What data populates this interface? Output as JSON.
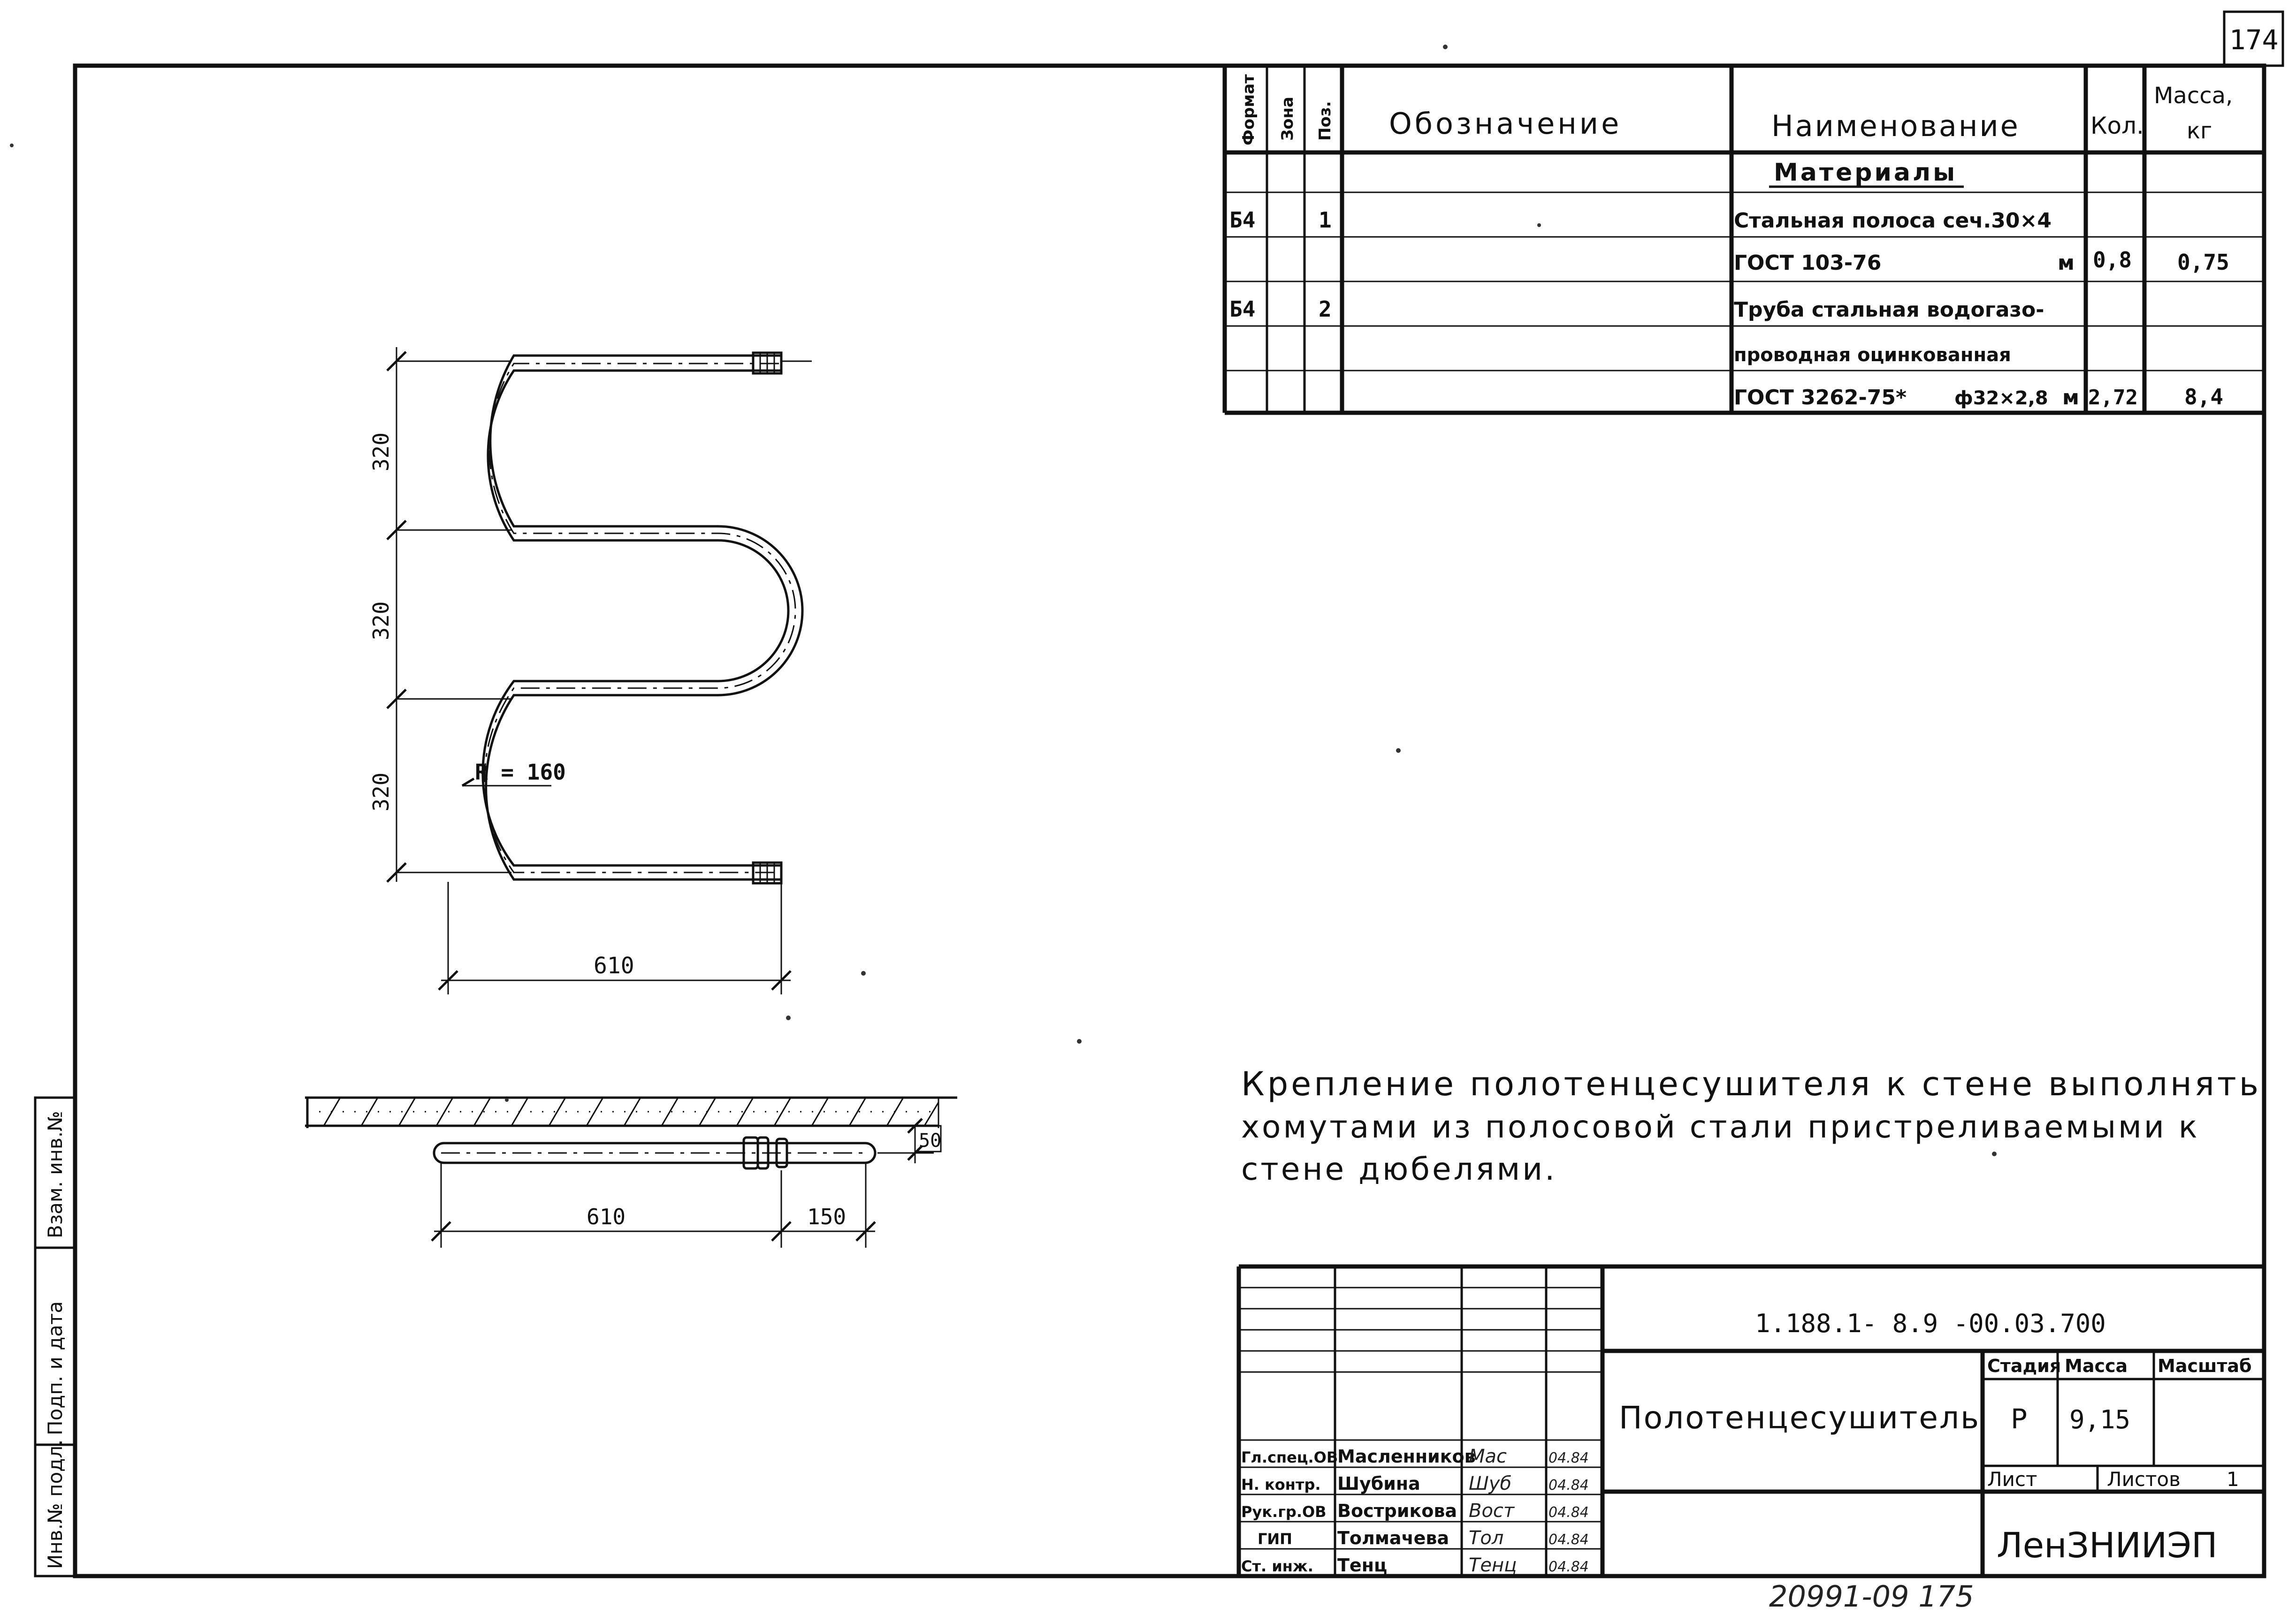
{
  "page_number": "174",
  "bom": {
    "headers": {
      "format": "Формат",
      "zone": "Зона",
      "pos": "Поз.",
      "designation": "Обозначение",
      "name": "Наименование",
      "qty": "Кол.",
      "mass_line1": "Масса,",
      "mass_line2": "кг"
    },
    "section_title": "Материалы",
    "rows": [
      {
        "format": "Б4",
        "pos": "1",
        "name": "Стальная полоса сеч.30×4",
        "qty": "",
        "mass": ""
      },
      {
        "format": "",
        "pos": "",
        "name": "ГОСТ 103-76",
        "unit": "м",
        "qty": "0,8",
        "mass": "0,75"
      },
      {
        "format": "Б4",
        "pos": "2",
        "name": "Труба стальная водогазо-",
        "qty": "",
        "mass": ""
      },
      {
        "format": "",
        "pos": "",
        "name": "проводная оцинкованная",
        "qty": "",
        "mass": ""
      },
      {
        "format": "",
        "pos": "",
        "name": "ГОСТ 3262-75*",
        "dim": "ф32×2,8",
        "unit": "м",
        "qty": "2,72",
        "mass": "8,4"
      }
    ]
  },
  "dimensions": {
    "height_1": "320",
    "height_2": "320",
    "height_3": "320",
    "radius": "R = 160",
    "width": "610",
    "side_width": "610",
    "side_offset": "150",
    "wall_gap": "50"
  },
  "note": {
    "line1": "Крепление полотенцесушителя к стене выполнять",
    "line2": "хомутами из полосовой стали пристреливаемыми к",
    "line3": "стене дюбелями."
  },
  "title_block": {
    "code": "1.188.1- 8.9 -00.03.700",
    "product": "Полотенцесушитель",
    "stage_label": "Стадия",
    "mass_label": "Масса",
    "scale_label": "Масштаб",
    "stage": "Р",
    "mass": "9,15",
    "sheet_label": "Лист",
    "sheets_label": "Листов",
    "sheets": "1",
    "org": "ЛенЗНИИЭП",
    "people": [
      {
        "role": "Гл.спец.ОВ",
        "name": "Масленников",
        "sign": "Мас",
        "date": "04.84"
      },
      {
        "role": "Н. контр.",
        "name": "Шубина",
        "sign": "Шуб",
        "date": "04.84"
      },
      {
        "role": "Рук.гр.ОВ",
        "name": "Вострикова",
        "sign": "Вост",
        "date": "04.84"
      },
      {
        "role": "ГИП",
        "name": "Толмачева",
        "sign": "Тол",
        "date": "04.84"
      },
      {
        "role": "Ст. инж.",
        "name": "Тенц",
        "sign": "Тенц",
        "date": "04.84"
      }
    ]
  },
  "side_stamp": {
    "inv": "Инв.№ подл.",
    "sign_date": "Подп. и дата",
    "replace": "Взам. инв.№"
  },
  "bottom_number": "20991-09 175"
}
